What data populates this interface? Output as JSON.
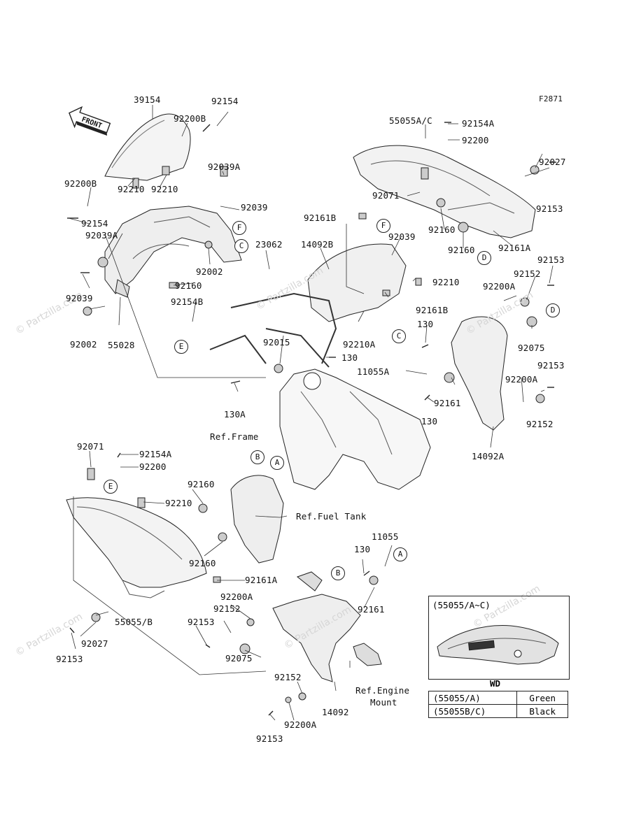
{
  "figure_code": "F2871",
  "front_label": "FRONT",
  "watermark": "© Partzilla.com",
  "part_labels": {
    "p39154": "39154",
    "p92154_top": "92154",
    "p92200B_top": "92200B",
    "p92200B_left": "92200B",
    "p92210_a": "92210",
    "p92210_b": "92210",
    "p92154_left": "92154",
    "p92039A_a": "92039A",
    "p92039A_b": "92039A",
    "p92039_a": "92039",
    "p92002_a": "92002",
    "p92160_a": "92160",
    "p92039_b": "92039",
    "p92154B": "92154B",
    "p92002_b": "92002",
    "p55028": "55028",
    "p23062": "23062",
    "p14092B": "14092B",
    "p92161B_a": "92161B",
    "p92039_c": "92039",
    "p92210_c": "92210",
    "p92161B_b": "92161B",
    "p92210A": "92210A",
    "p92015": "92015",
    "p130_a": "130",
    "p130_b": "130",
    "p11055A": "11055A",
    "p130A": "130A",
    "p130_c": "130",
    "p92161_a": "92161",
    "p14092A": "14092A",
    "p55055AC": "55055A/C",
    "p92154A_a": "92154A",
    "p92200_a": "92200",
    "p92071_a": "92071",
    "p92027_a": "92027",
    "p92153_a": "92153",
    "p92160_b": "92160",
    "p92160_c": "92160",
    "p92161A_a": "92161A",
    "p92153_b": "92153",
    "p92152_a": "92152",
    "p92200A_a": "92200A",
    "p92075_a": "92075",
    "p92153_c": "92153",
    "p92200A_b": "92200A",
    "p92152_b": "92152",
    "p92071_b": "92071",
    "p92154A_b": "92154A",
    "p92200_b": "92200",
    "p92160_d": "92160",
    "p92210_d": "92210",
    "p92160_e": "92160",
    "p92161A_b": "92161A",
    "p92200A_c": "92200A",
    "p92152_c": "92152",
    "p92153_d": "92153",
    "p55055B": "55055/B",
    "p92027_b": "92027",
    "p92153_e": "92153",
    "p92075_b": "92075",
    "p11055": "11055",
    "p130_d": "130",
    "p92161_b": "92161",
    "p92152_d": "92152",
    "p92200A_d": "92200A",
    "p14092": "14092",
    "p92153_f": "92153"
  },
  "reference_labels": {
    "ref_frame": "Ref.Frame",
    "ref_fuel_tank": "Ref.Fuel Tank",
    "ref_engine_mount_1": "Ref.Engine",
    "ref_engine_mount_2": "Mount"
  },
  "callouts": {
    "F1": "F",
    "C1": "C",
    "F2": "F",
    "C2": "C",
    "E1": "E",
    "D1": "D",
    "D2": "D",
    "B1": "B",
    "A1": "A",
    "E2": "E",
    "B2": "B",
    "A2": "A"
  },
  "inset": {
    "title": "(55055/A~C)",
    "caption": "WD",
    "rows": [
      {
        "part": "(55055/A)",
        "color": "Green"
      },
      {
        "part": "(55055B/C)",
        "color": "Black"
      }
    ]
  }
}
